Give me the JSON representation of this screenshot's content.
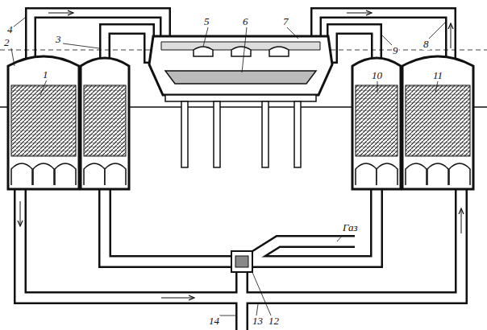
{
  "diagram": {
    "labels": [
      "4",
      "3",
      "2",
      "1",
      "5",
      "6",
      "7",
      "8",
      "9",
      "10",
      "11",
      "Газ",
      "12",
      "13",
      "14"
    ]
  }
}
